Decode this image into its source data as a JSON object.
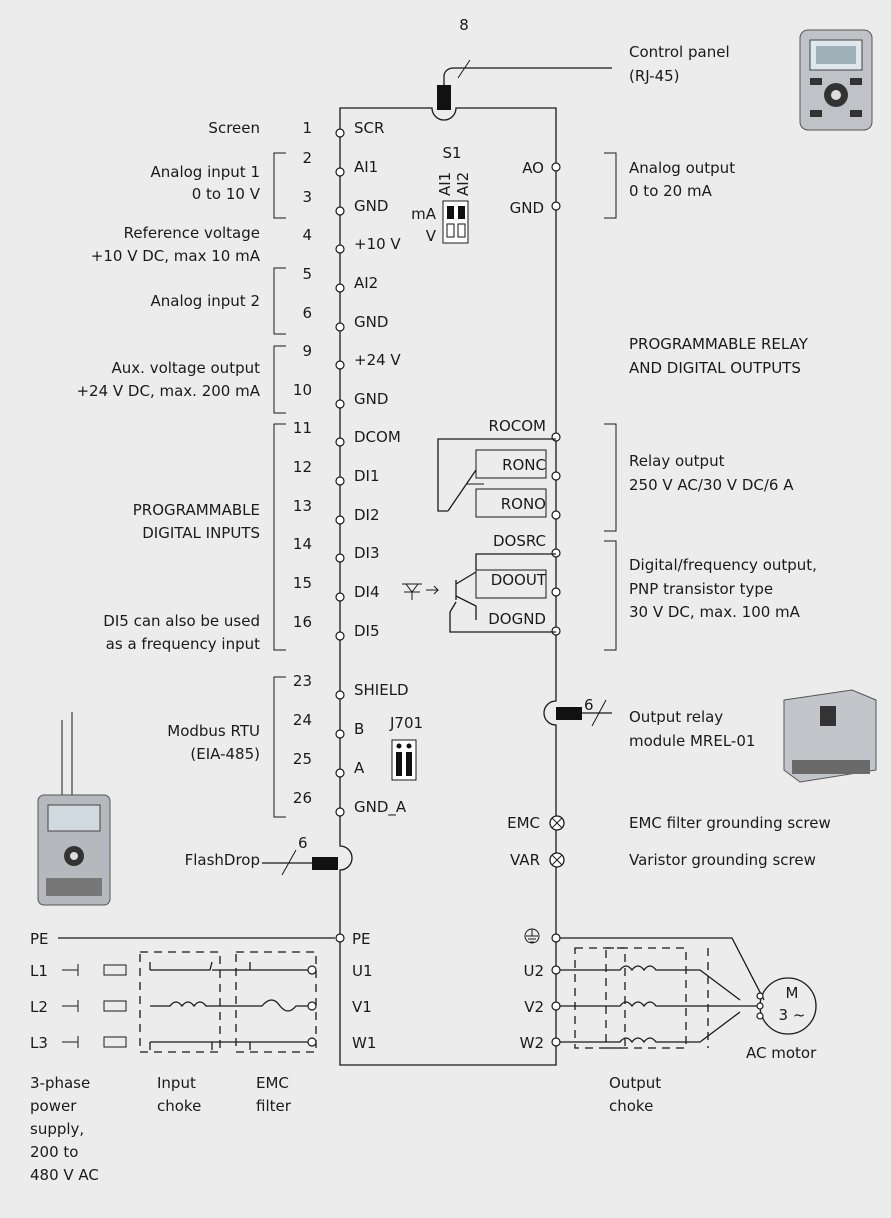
{
  "top_cable_count": "8",
  "control_panel": {
    "line1": "Control panel",
    "line2": "(RJ-45)"
  },
  "left_labels": {
    "screen": "Screen",
    "ai1_l1": "Analog input 1",
    "ai1_l2": "0 to 10 V",
    "ref_l1": "Reference voltage",
    "ref_l2": "+10 V DC, max 10 mA",
    "ai2": "Analog input 2",
    "aux_l1": "Aux. voltage output",
    "aux_l2": "+24 V DC, max. 200 mA",
    "di_l1": "PROGRAMMABLE",
    "di_l2": "DIGITAL INPUTS",
    "di5_l1": "DI5 can also be used",
    "di5_l2": "as a frequency input",
    "modbus_l1": "Modbus RTU",
    "modbus_l2": "(EIA-485)",
    "flashdrop": "FlashDrop",
    "flashdrop_count": "6"
  },
  "terminals": [
    {
      "num": "1",
      "name": "SCR"
    },
    {
      "num": "2",
      "name": "AI1"
    },
    {
      "num": "3",
      "name": "GND"
    },
    {
      "num": "4",
      "name": "+10 V"
    },
    {
      "num": "5",
      "name": "AI2"
    },
    {
      "num": "6",
      "name": "GND"
    },
    {
      "num": "9",
      "name": "+24 V"
    },
    {
      "num": "10",
      "name": "GND"
    },
    {
      "num": "11",
      "name": "DCOM"
    },
    {
      "num": "12",
      "name": "DI1"
    },
    {
      "num": "13",
      "name": "DI2"
    },
    {
      "num": "14",
      "name": "DI3"
    },
    {
      "num": "15",
      "name": "DI4"
    },
    {
      "num": "16",
      "name": "DI5"
    },
    {
      "num": "23",
      "name": "SHIELD"
    },
    {
      "num": "24",
      "name": "B"
    },
    {
      "num": "25",
      "name": "A"
    },
    {
      "num": "26",
      "name": "GND_A"
    }
  ],
  "switch_s1": {
    "name": "S1",
    "col1": "AI1",
    "col2": "AI2",
    "mA": "mA",
    "V": "V"
  },
  "jumper": "J701",
  "right_terminals": {
    "ao": "AO",
    "gnd": "GND",
    "rocom": "ROCOM",
    "ronc": "RONC",
    "rono": "RONO",
    "dosrc": "DOSRC",
    "doout": "DOOUT",
    "dognd": "DOGND",
    "emc": "EMC",
    "var": "VAR"
  },
  "right_labels": {
    "ao_l1": "Analog output",
    "ao_l2": "0 to 20 mA",
    "prog_l1": "PROGRAMMABLE RELAY",
    "prog_l2": "AND DIGITAL OUTPUTS",
    "relay_l1": "Relay output",
    "relay_l2": "250 V AC/30 V DC/6 A",
    "dig_l1": "Digital/frequency output,",
    "dig_l2": "PNP transistor type",
    "dig_l3": "30 V DC, max. 100 mA",
    "mrel_count": "6",
    "mrel_l1": "Output relay",
    "mrel_l2": "module MREL-01",
    "emc_desc": "EMC filter grounding screw",
    "var_desc": "Varistor grounding screw"
  },
  "power": {
    "pe_left": "PE",
    "l1": "L1",
    "l2": "L2",
    "l3": "L3",
    "pe": "PE",
    "u1": "U1",
    "v1": "V1",
    "w1": "W1",
    "u2": "U2",
    "v2": "V2",
    "w2": "W2",
    "motor_m": "M",
    "motor_3": "3 ~",
    "motor_label": "AC motor",
    "supply_l1": "3-phase",
    "supply_l2": "power",
    "supply_l3": "supply,",
    "supply_l4": "200 to",
    "supply_l5": "480 V AC",
    "choke_l1": "Input",
    "choke_l2": "choke",
    "emc_l1": "EMC",
    "emc_l2": "filter",
    "out_l1": "Output",
    "out_l2": "choke"
  }
}
